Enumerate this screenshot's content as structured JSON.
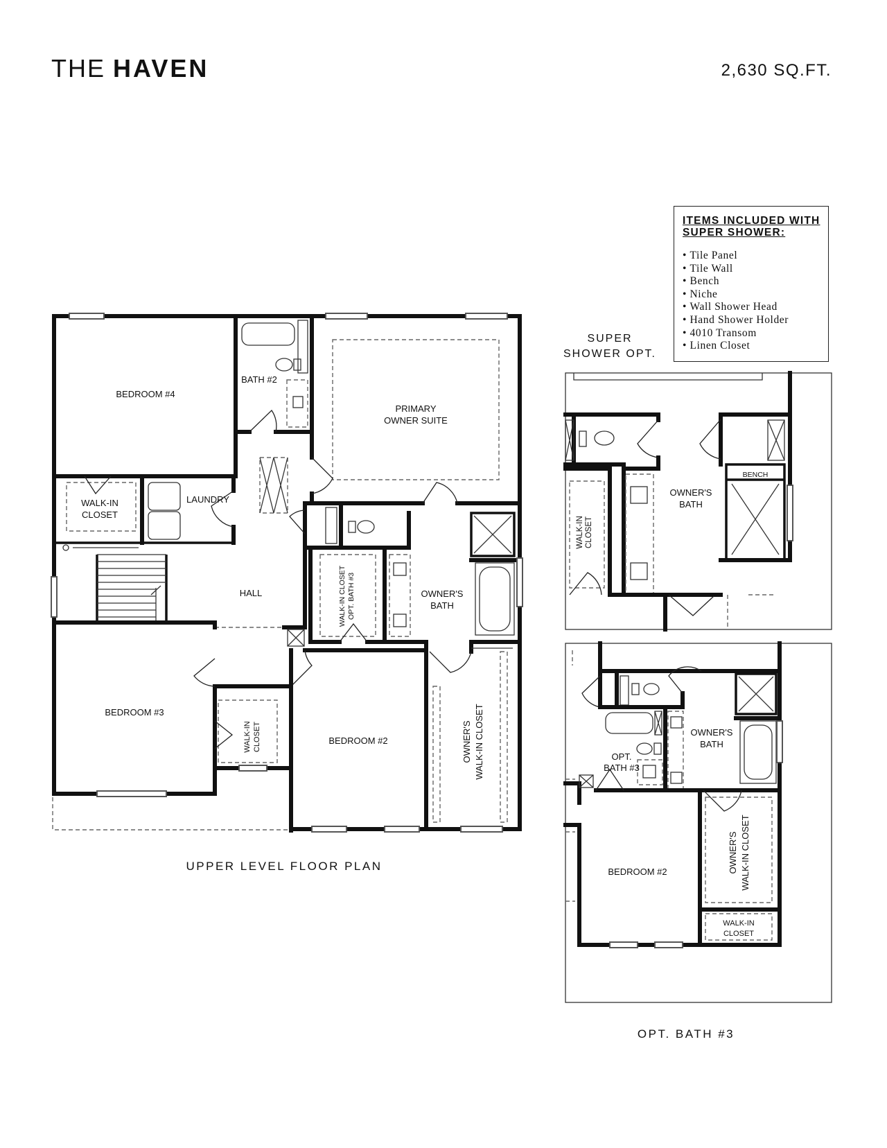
{
  "header": {
    "title_light": "THE",
    "title_bold": "HAVEN",
    "square_footage": "2,630 SQ.FT."
  },
  "legend": {
    "heading_line1": "ITEMS INCLUDED WITH",
    "heading_line2": "SUPER SHOWER:",
    "items": [
      "Tile Panel",
      "Tile Wall",
      "Bench",
      "Niche",
      "Wall Shower Head",
      "Hand Shower Holder",
      "4010 Transom",
      "Linen Closet"
    ]
  },
  "main_plan": {
    "caption": "UPPER LEVEL FLOOR PLAN",
    "rooms": {
      "bedroom4": "BEDROOM #4",
      "bath2": "BATH #2",
      "primary_line1": "PRIMARY",
      "primary_line2": "OWNER SUITE",
      "walkin_line1": "WALK-IN",
      "walkin_line2": "CLOSET",
      "laundry": "LAUNDRY",
      "hall": "HALL",
      "wic_bath3_line1": "WALK-IN CLOSET",
      "wic_bath3_line2": "OPT. BATH #3",
      "owners_bath_line1": "OWNER'S",
      "owners_bath_line2": "BATH",
      "bedroom3": "BEDROOM #3",
      "wic2_line1": "WALK-IN",
      "wic2_line2": "CLOSET",
      "bedroom2": "BEDROOM #2",
      "owners_wic_line1": "OWNER'S",
      "owners_wic_line2": "WALK-IN CLOSET"
    }
  },
  "super_shower": {
    "caption_line1": "SUPER",
    "caption_line2": "SHOWER OPT.",
    "rooms": {
      "walkin_line1": "WALK-IN",
      "walkin_line2": "CLOSET",
      "owners_bath_line1": "OWNER'S",
      "owners_bath_line2": "BATH",
      "bench": "BENCH"
    }
  },
  "opt_bath3": {
    "caption": "OPT. BATH #3",
    "rooms": {
      "owners_bath_line1": "OWNER'S",
      "owners_bath_line2": "BATH",
      "opt_bath_line1": "OPT.",
      "opt_bath_line2": "BATH #3",
      "bedroom2": "BEDROOM #2",
      "owners_wic_line1": "OWNER'S",
      "owners_wic_line2": "WALK-IN CLOSET",
      "walkin_line1": "WALK-IN",
      "walkin_line2": "CLOSET"
    }
  }
}
